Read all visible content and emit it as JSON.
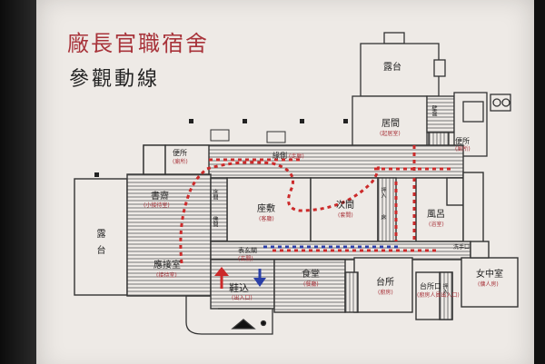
{
  "title": "廠長官職宿舍",
  "subtitle": "參觀動線",
  "colors": {
    "board": "#eeeae6",
    "line": "#333333",
    "hatch": "#6a6a6a",
    "red_route": "#cc2a2a",
    "blue_route": "#2b3fa8",
    "title_red": "#a8333a"
  },
  "rooms": {
    "terrace": "露台",
    "iima": "居間",
    "iima_sub": "(起居室)",
    "toilet_left": "便所",
    "toilet_left_sub": "(廁所)",
    "toilet_right": "便所",
    "toilet_right_sub": "(廁所)",
    "engawa": "緣側",
    "engawa_sub": "(走廊)",
    "shosai": "書齋",
    "shosai_sub": "(小接待室)",
    "zashiki": "座敷",
    "zashiki_sub": "(客廳)",
    "tsuginoma": "次間",
    "tsuginoma_sub": "(套間)",
    "furo": "風呂",
    "furo_sub": "(浴室)",
    "yoma": "露台",
    "oosetsu": "應接室",
    "oosetsu_sub": "(接待室)",
    "genkan": "表玄關",
    "genkan_sub": "(玄關)",
    "shokudo": "食堂",
    "shokudo_sub": "(餐廳)",
    "daidokoro": "台所",
    "daidokoro_sub": "(廚房)",
    "daidokoroguchi": "台所口",
    "daidokoroguchi_sub": "(廚房人員出入口)",
    "jochu": "女中室",
    "jochu_sub": "(傭人房)",
    "kutsunugi": "鞋込",
    "kutsunugi_sub": "(出入口)",
    "tearai": "洗手口",
    "closet_1": "床間",
    "closet_2": "佛間",
    "closet_3": "押入",
    "closet_4": "壁龕",
    "closet_5": "床",
    "closet_6": "押入"
  }
}
